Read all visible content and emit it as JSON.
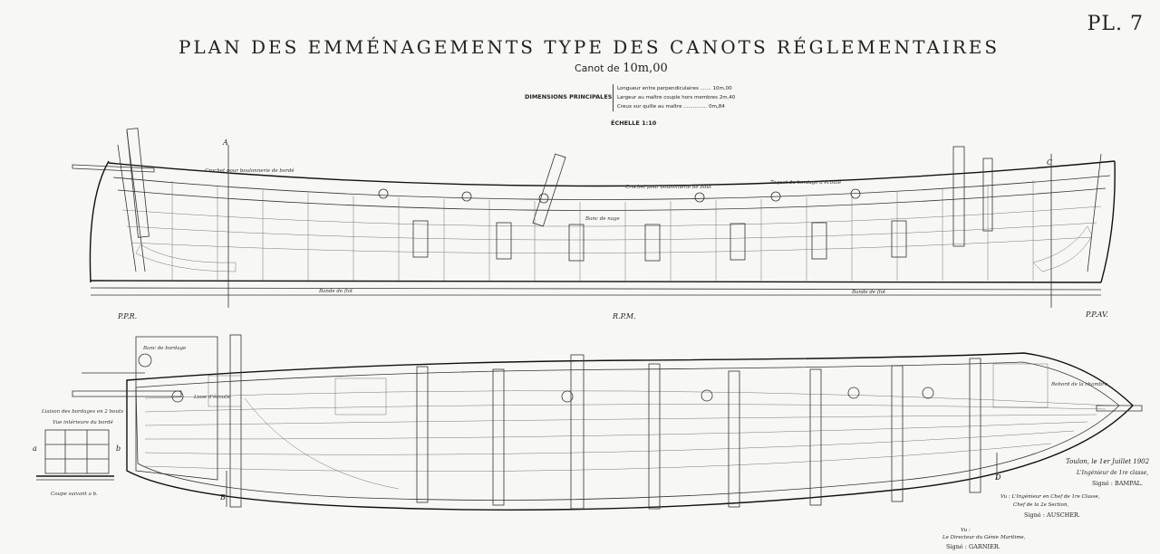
{
  "plate": "PL. 7",
  "title": "PLAN DES EMMÉNAGEMENTS TYPE DES CANOTS RÉGLEMENTAIRES",
  "subtitle": {
    "label": "Canot de",
    "value": "10m,00"
  },
  "dimensions": {
    "label": "DIMENSIONS PRINCIPALES",
    "rows": [
      "Longueur entre perpendiculaires ....... 10m,00",
      "Largeur au maître couple hors membres 2m,40",
      "Creux sur quille au maître ............... 0m,84"
    ]
  },
  "scale": "ÉCHELLE 1:10",
  "profile_labels": {
    "ppr": "P.P.R.",
    "rpm": "R.P.M.",
    "ppav": "P.P.AV.",
    "a": "A",
    "c": "C",
    "l1": "Crochet pour boulonnerie de bordé",
    "l2": "Crochet pour boulonnerie de bout",
    "l3": "Taquet du bordage d'écoute",
    "l4": "Bande de flot",
    "l5": "Banc de nage",
    "l6": "Bande de flot"
  },
  "plan_labels": {
    "b": "B",
    "d": "D",
    "l1": "Banc de bordage",
    "l2": "Lisse d'écoute",
    "l3": "Rebord de la chambre"
  },
  "inset": {
    "title": "Liaison des bordages en 2 bouts",
    "subtitle": "Vue intérieure du bordé",
    "a": "a",
    "b": "b",
    "caption": "Coupe suivant a b."
  },
  "signatures": {
    "place_date": "Toulon, le 1er Juillet 1902",
    "engineer_title": "L'Ingénieur de 1re classe,",
    "engineer_sig": "Signé : BAMPAL.",
    "vu1_line1": "Vu : L'Ingénieur en Chef de 1re Classe,",
    "vu1_line2": "Chef de la 2e Section,",
    "vu1_sig": "Signé : AUSCHER.",
    "vu2_line1": "Vu :",
    "vu2_line2": "Le Directeur du Génie Maritime,",
    "vu2_sig": "Signé : GARNIER."
  }
}
